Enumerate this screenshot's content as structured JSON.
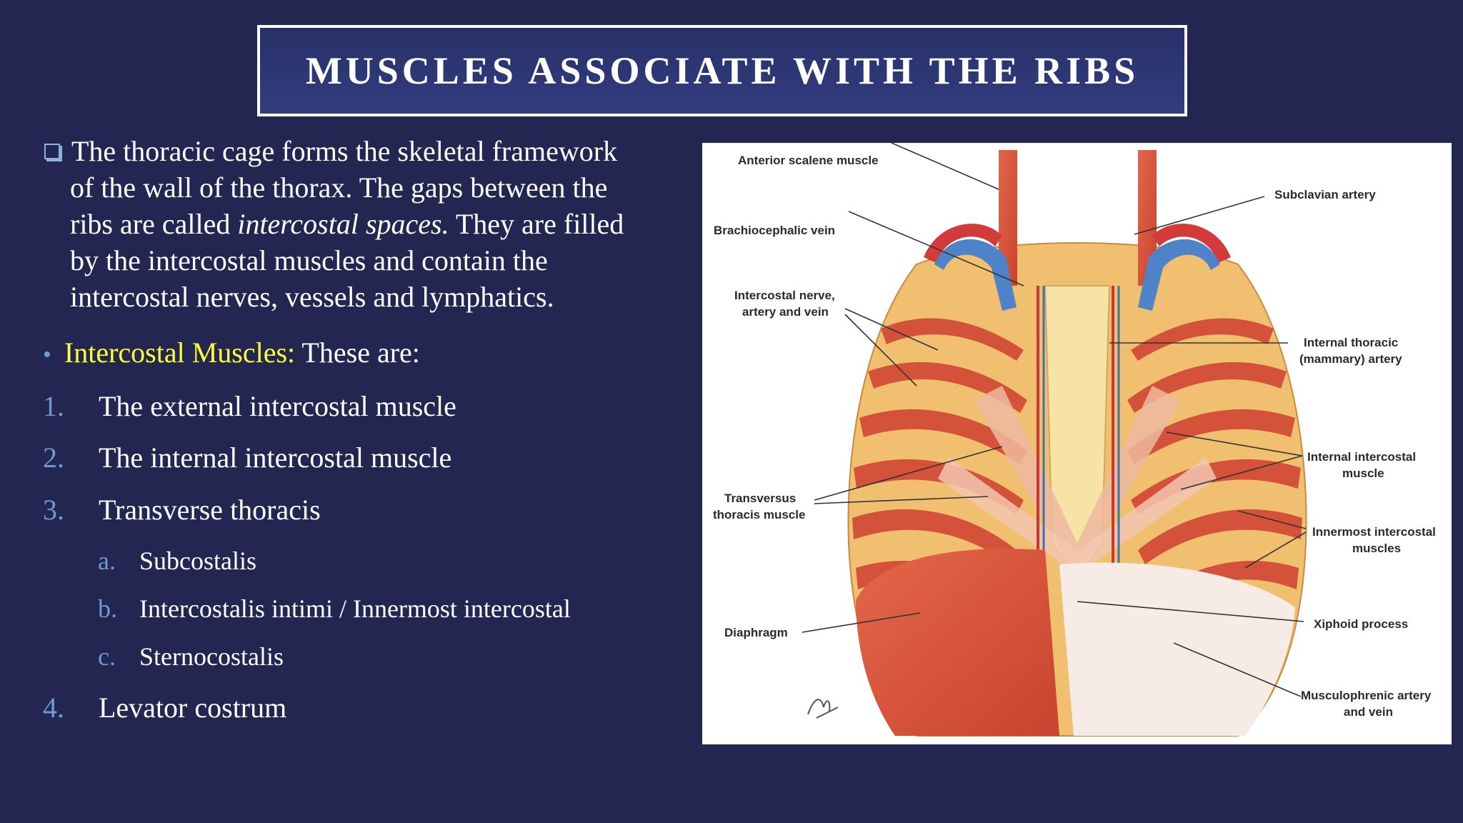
{
  "title": "MUSCLES ASSOCIATE WITH THE RIBS",
  "intro": {
    "line1": "The thoracic cage forms the skeletal framework",
    "line2": "of the wall of the thorax. The gaps between the",
    "line3_pre": "ribs are called ",
    "line3_em": "intercostal spaces.",
    "line3_post": " They are filled",
    "line4": "by the intercostal muscles and contain the",
    "line5": "intercostal nerves, vessels and lymphatics."
  },
  "bullet": {
    "highlight": "Intercostal Muscles:",
    "rest": " These are:"
  },
  "list": [
    {
      "num": "1.",
      "text": "The external intercostal muscle"
    },
    {
      "num": "2.",
      "text": "The internal intercostal muscle"
    },
    {
      "num": "3.",
      "text": "Transverse thoracis"
    },
    {
      "num": "4.",
      "text": "Levator costrum"
    }
  ],
  "sublist": [
    {
      "letter": "a.",
      "text": "Subcostalis"
    },
    {
      "letter": "b.",
      "text": "Intercostalis intimi / Innermost intercostal"
    },
    {
      "letter": "c.",
      "text": "Sternocostalis"
    }
  ],
  "figure_labels": {
    "anterior_scalene": "Anterior scalene muscle",
    "subclavian_artery": "Subclavian artery",
    "brachiocephalic_vein": "Brachiocephalic vein",
    "intercostal_nerve_1": "Intercostal nerve,",
    "intercostal_nerve_2": "artery and vein",
    "internal_thoracic_1": "Internal thoracic",
    "internal_thoracic_2": "(mammary) artery",
    "internal_intercostal_1": "Internal intercostal",
    "internal_intercostal_2": "muscle",
    "transversus_1": "Transversus",
    "transversus_2": "thoracis muscle",
    "innermost_1": "Innermost intercostal",
    "innermost_2": "muscles",
    "xiphoid": "Xiphoid process",
    "diaphragm": "Diaphragm",
    "musculophrenic_1": "Musculophrenic artery",
    "musculophrenic_2": "and vein"
  },
  "colors": {
    "background": "#222650",
    "accent_yellow": "#ffff33",
    "list_number": "#6f9ad3"
  }
}
